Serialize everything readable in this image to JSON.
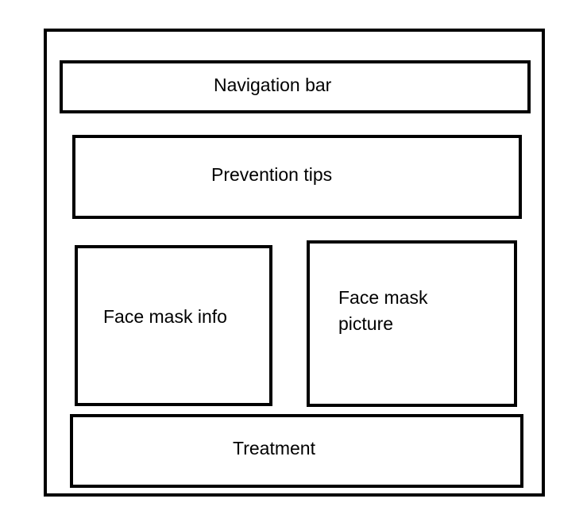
{
  "layout_diagram": {
    "navigation_bar": {
      "label": "Navigation bar"
    },
    "prevention_tips": {
      "label": "Prevention tips"
    },
    "face_mask_info": {
      "label": "Face mask info"
    },
    "face_mask_picture": {
      "label": "Face mask picture"
    },
    "treatment": {
      "label": "Treatment"
    }
  }
}
